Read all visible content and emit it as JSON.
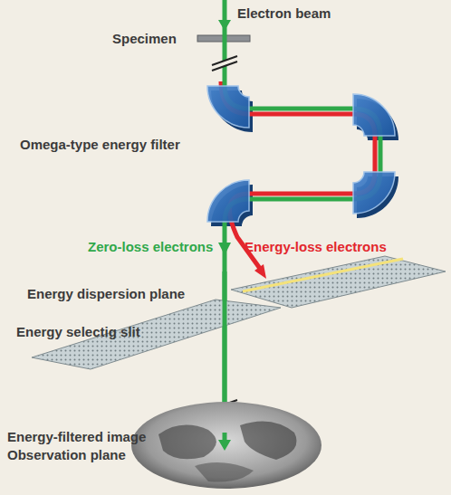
{
  "diagram": {
    "labels": [
      "Electron beam",
      "Specimen",
      "Omega-type energy filter",
      "Zero-loss electrons",
      "Energy-loss electrons",
      "Energy dispersion plane",
      "Energy selectig slit",
      "Energy-filtered image",
      "Observation plane"
    ]
  }
}
